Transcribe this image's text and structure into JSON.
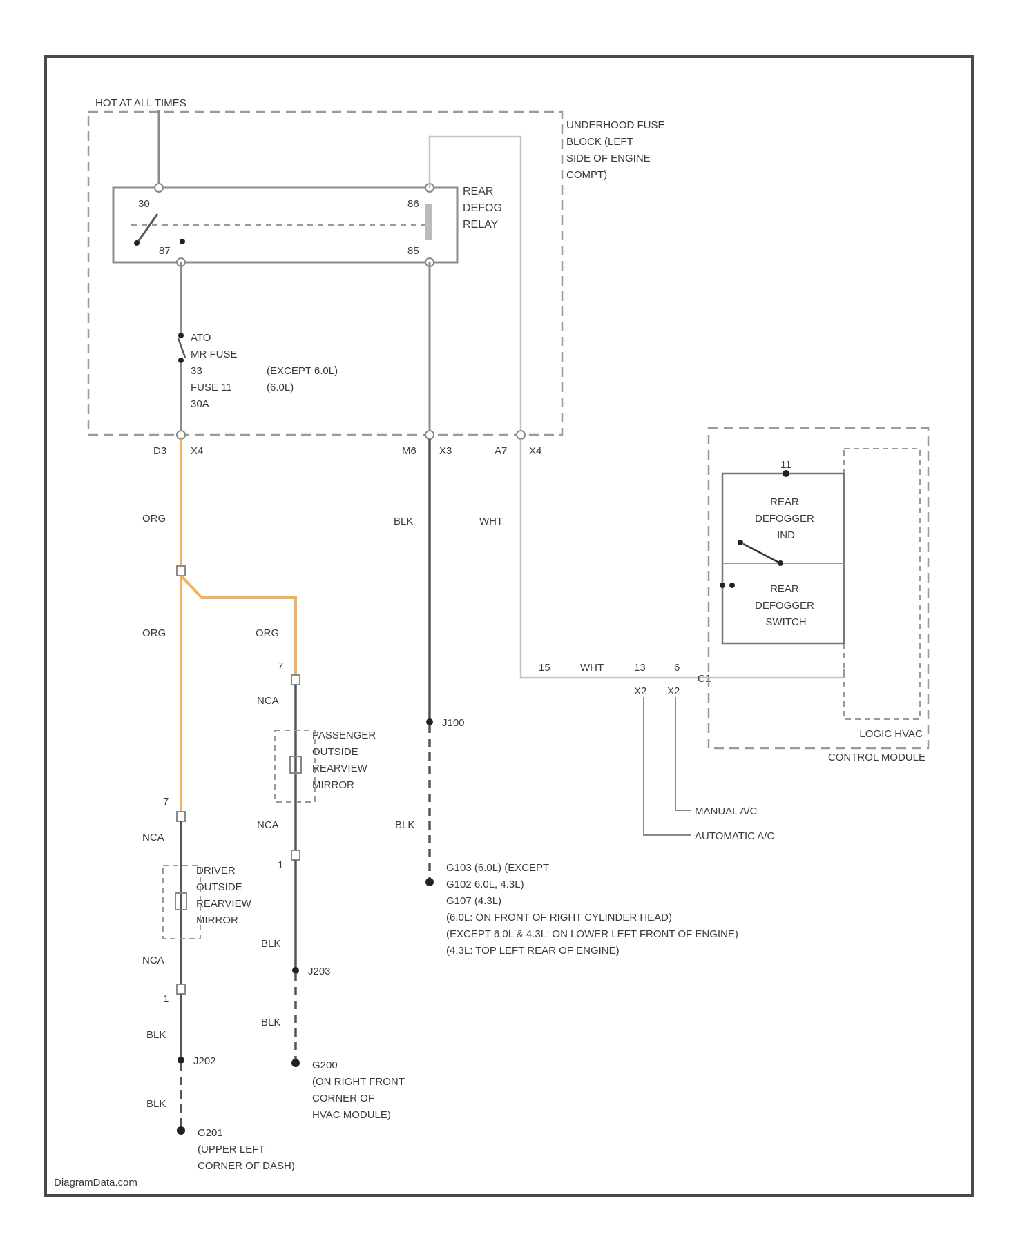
{
  "diagram": {
    "top_source": "HOT AT ALL TIMES",
    "fuse_block": [
      "UNDERHOOD FUSE",
      "BLOCK (LEFT",
      "SIDE OF ENGINE",
      "COMPT)"
    ],
    "relay": {
      "name": [
        "REAR",
        "DEFOG",
        "RELAY"
      ],
      "pin_30": "30",
      "pin_87": "87",
      "pin_86": "86",
      "pin_85": "85"
    },
    "fuse": {
      "lines": [
        "ATO",
        "MR FUSE",
        "33",
        "FUSE 11",
        "30A"
      ],
      "notes": [
        "(EXCEPT 6.0L)",
        "(6.0L)"
      ]
    },
    "connectors": {
      "left": [
        "D3",
        "X4"
      ],
      "mid": [
        "M6",
        "X3"
      ],
      "right": [
        "A7",
        "X4"
      ]
    },
    "wires": {
      "org1": "ORG",
      "org2": "ORG",
      "org3": "ORG",
      "blk_main": "BLK",
      "wht": "WHT",
      "wht2": "WHT",
      "blk_mid2": "BLK",
      "blk_drv1": "BLK",
      "blk_drv2": "BLK",
      "blk_pas1": "BLK",
      "blk_pas2": "BLK",
      "nca1": "NCA",
      "nca2": "NCA",
      "nca3": "NCA",
      "nca4": "NCA"
    },
    "pins": {
      "drv_top": "7",
      "drv_bot": "1",
      "pas_top": "7",
      "pas_bot": "1",
      "mod_15": "15",
      "mod_13": "13",
      "mod_6": "6",
      "mod_11": "11",
      "x2a": "X2",
      "x2b": "X2",
      "c1": "C1"
    },
    "module": {
      "ind_label": [
        "REAR",
        "DEFOGGER",
        "IND"
      ],
      "switch_label": [
        "REAR",
        "DEFOGGER",
        "SWITCH"
      ],
      "name": [
        "LOGIC HVAC",
        "CONTROL MODULE"
      ],
      "manual": "MANUAL A/C",
      "automatic": "AUTOMATIC A/C"
    },
    "splices": {
      "j100": "J100",
      "j202": "J202",
      "j203": "J203"
    },
    "mirrors": {
      "passenger": [
        "PASSENGER",
        "OUTSIDE",
        "REARVIEW",
        "MIRROR"
      ],
      "driver": [
        "DRIVER",
        "OUTSIDE",
        "REARVIEW",
        "MIRROR"
      ]
    },
    "grounds": {
      "mid": {
        "lines": [
          "G103   (6.0L) (EXCEPT",
          "G102   6.0L, 4.3L)",
          "G107   (4.3L)",
          "(6.0L: ON FRONT OF RIGHT CYLINDER HEAD)",
          "(EXCEPT 6.0L & 4.3L: ON LOWER LEFT FRONT OF ENGINE)",
          "(4.3L: TOP LEFT REAR OF ENGINE)"
        ]
      },
      "g201": [
        "G201",
        "(UPPER LEFT",
        "CORNER OF DASH)"
      ],
      "g200": [
        "G200",
        "(ON RIGHT FRONT",
        "CORNER OF",
        "HVAC MODULE)"
      ]
    },
    "watermark": "DiagramData.com"
  }
}
